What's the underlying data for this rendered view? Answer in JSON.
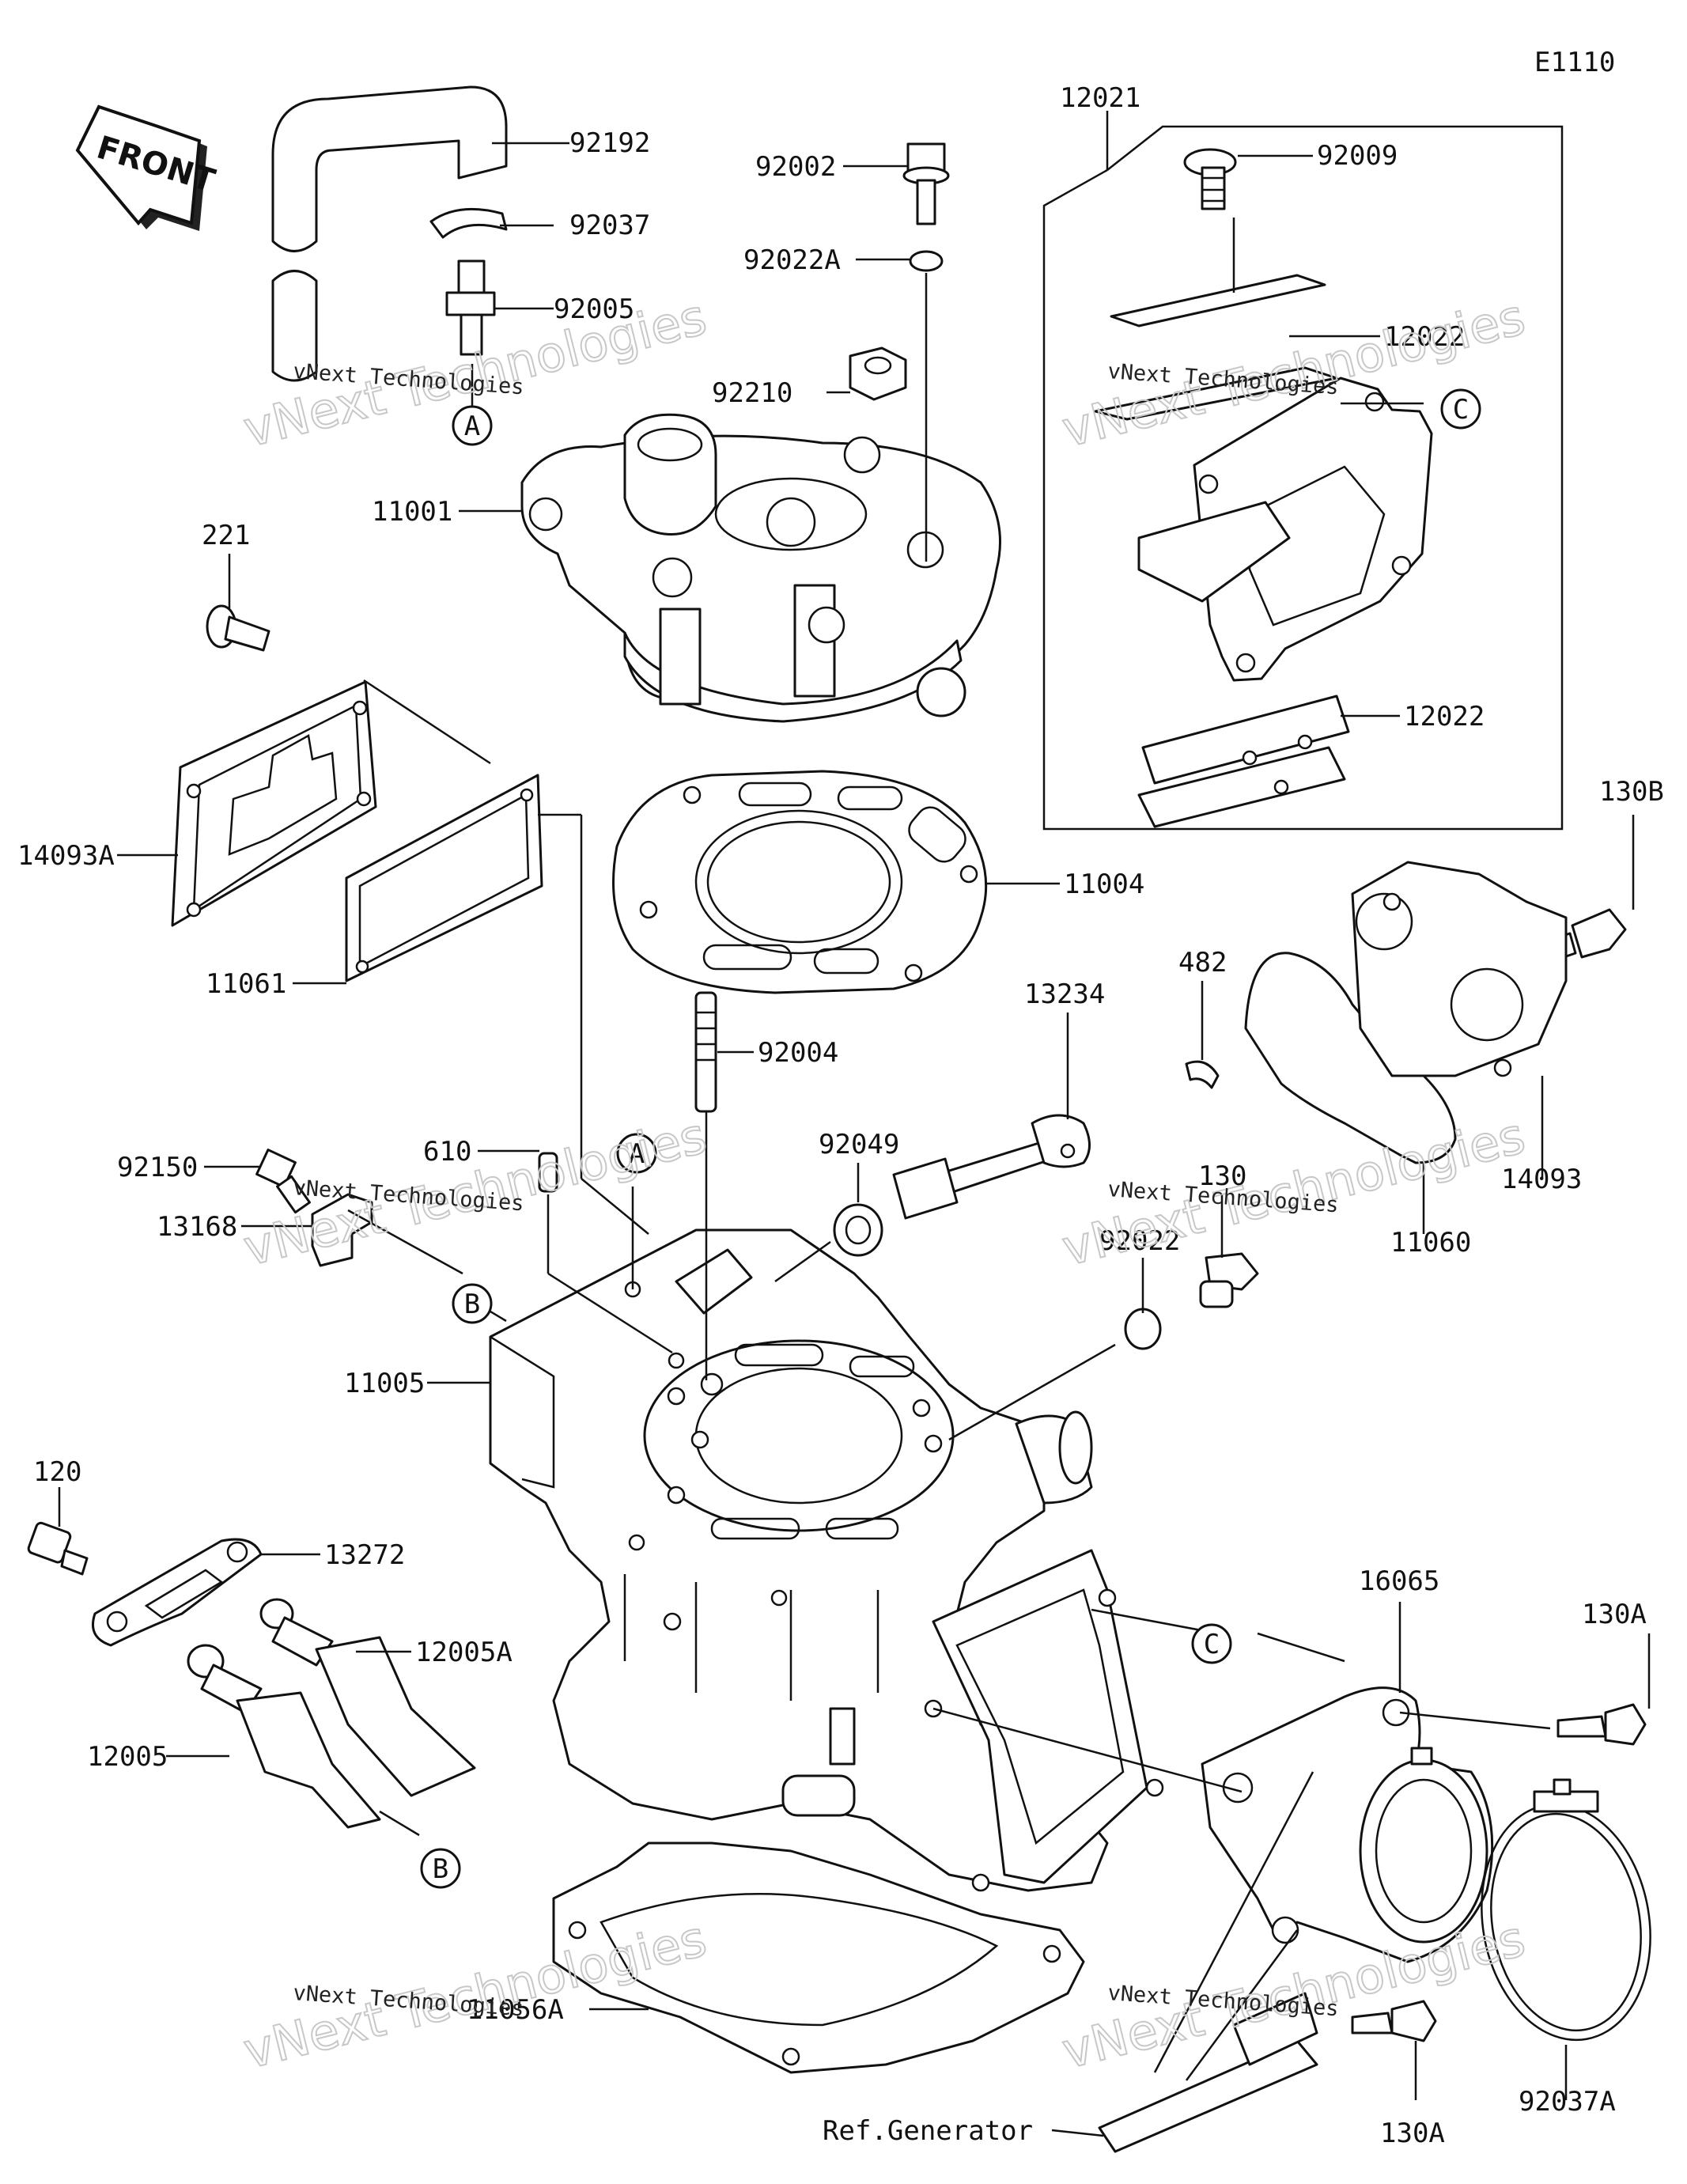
{
  "diagram_code": "E1110",
  "front_arrow_label": "FRONT",
  "watermark": {
    "big": "vNext Technologies",
    "small": "vNext Technologies"
  },
  "callouts": {
    "A": "A",
    "B": "B",
    "C": "C"
  },
  "ref_label": "Ref.Generator",
  "part_labels": {
    "p12021": "12021",
    "p92192": "92192",
    "p92002": "92002",
    "p92009": "92009",
    "p92037": "92037",
    "p92022A": "92022A",
    "p92005": "92005",
    "p12022_top": "12022",
    "p92210": "92210",
    "p11001": "11001",
    "p221": "221",
    "p12022_bottom": "12022",
    "p130B": "130B",
    "p14093A": "14093A",
    "p11004": "11004",
    "p11061": "11061",
    "p482": "482",
    "p13234": "13234",
    "p92004": "92004",
    "p92150": "92150",
    "p610": "610",
    "p92049": "92049",
    "p14093": "14093",
    "p13168": "13168",
    "p130": "130",
    "p92022": "92022",
    "p11060": "11060",
    "p11005": "11005",
    "p120": "120",
    "p13272": "13272",
    "p16065": "16065",
    "p130A_top": "130A",
    "p12005A": "12005A",
    "p12005": "12005",
    "p11056A": "11056A",
    "p130A_bottom": "130A",
    "p92037A": "92037A"
  }
}
